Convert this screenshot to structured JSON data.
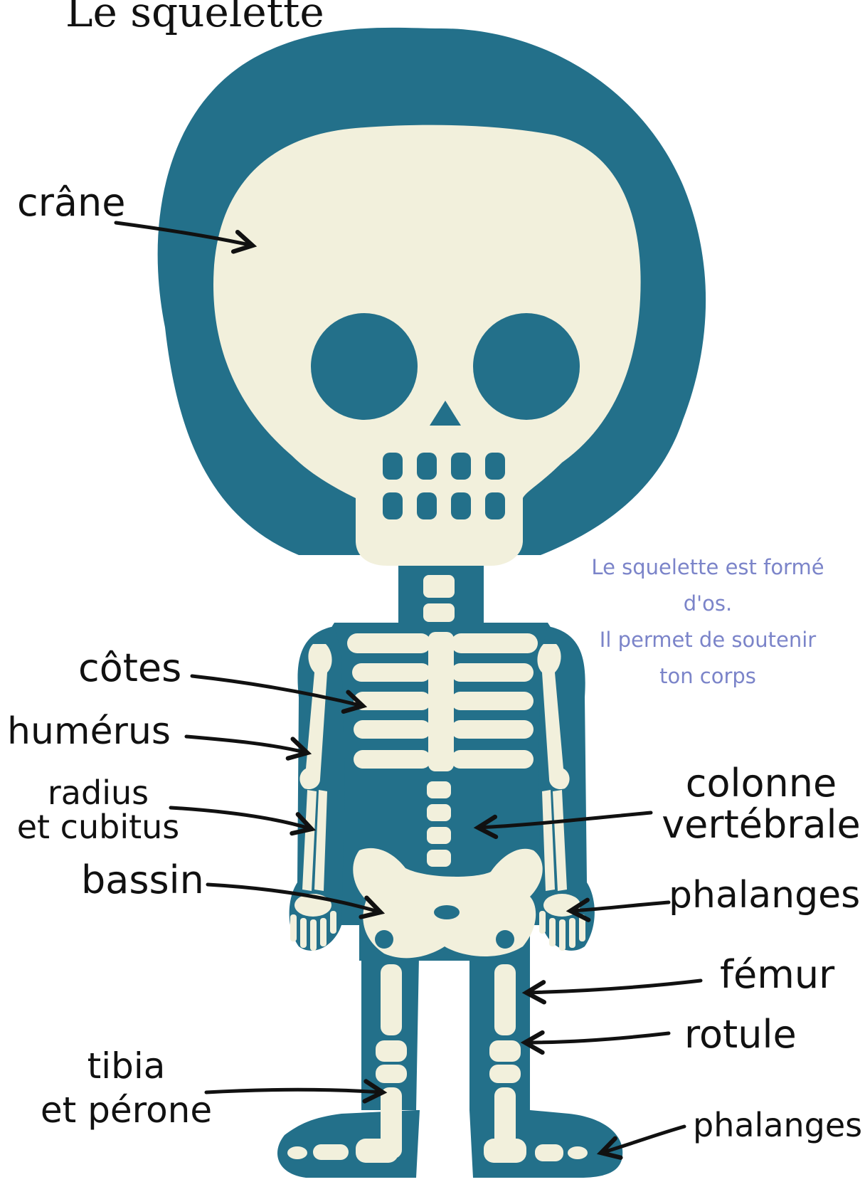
{
  "title": "Le squelette",
  "note": {
    "line1": "Le squelette est formé",
    "line2": "d'os.",
    "line3": "Il permet de soutenir",
    "line4": "ton corps"
  },
  "labels": {
    "crane": "crâne",
    "cotes": "côtes",
    "humerus": "humérus",
    "radius_line1": "radius",
    "radius_line2": "et cubitus",
    "bassin": "bassin",
    "tibia_line1": "tibia",
    "tibia_line2": "et pérone",
    "colonne_line1": "colonne",
    "colonne_line2": "vertébrale",
    "phalanges_hand": "phalanges",
    "femur": "fémur",
    "rotule": "rotule",
    "phalanges_foot": "phalanges"
  },
  "colors": {
    "body": "#23708a",
    "bone": "#f2f0dc",
    "text": "#111111",
    "note": "#7b84c9"
  }
}
